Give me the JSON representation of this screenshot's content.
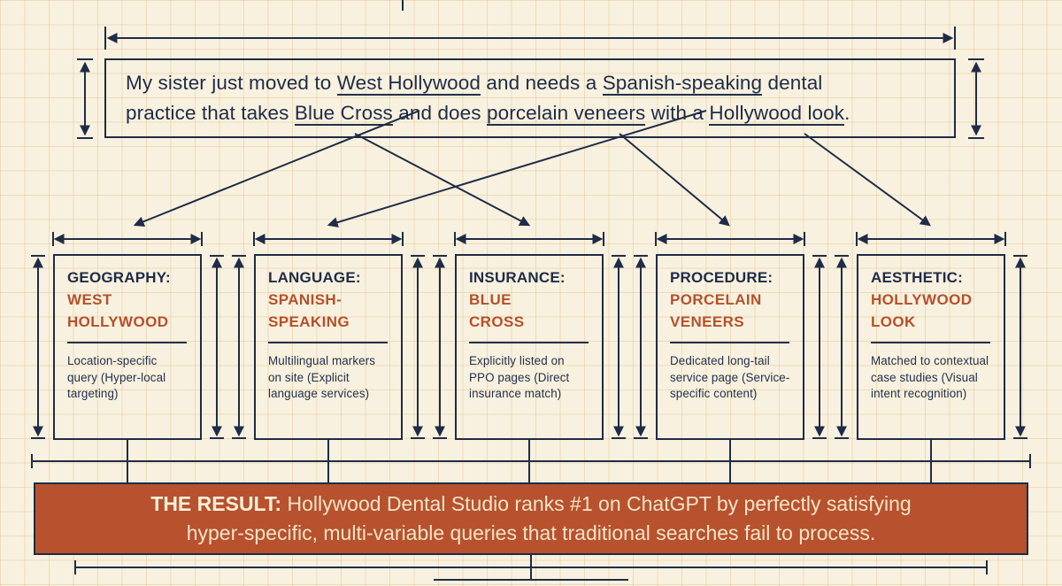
{
  "colors": {
    "background": "#f8f1df",
    "grid_line": "#e3c795",
    "ink": "#1f2c47",
    "accent": "#b5502b",
    "banner_background": "#b7512e",
    "banner_text": "#f3e4c6"
  },
  "query": {
    "segments": [
      {
        "text": "My sister just moved to "
      },
      {
        "text": "West Hollywood",
        "underline": true
      },
      {
        "text": " and needs a "
      },
      {
        "text": "Spanish-speaking",
        "underline": true
      },
      {
        "text": " dental"
      },
      {
        "text": "practice that takes "
      },
      {
        "text": "Blue Cross",
        "underline": true
      },
      {
        "text": " and does "
      },
      {
        "text": "porcelain veneers",
        "underline": true
      },
      {
        "text": " with a "
      },
      {
        "text": "Hollywood look",
        "underline": true
      },
      {
        "text": "."
      }
    ]
  },
  "factors": [
    {
      "label": "GEOGRAPHY:",
      "value": "WEST\nHOLLYWOOD",
      "description": "Location-specific query (Hyper-local targeting)"
    },
    {
      "label": "LANGUAGE:",
      "value": "SPANISH-\nSPEAKING",
      "description": "Multilingual markers on site (Explicit language services)"
    },
    {
      "label": "INSURANCE:",
      "value": "BLUE\nCROSS",
      "description": "Explicitly listed on PPO pages (Direct insurance match)"
    },
    {
      "label": "PROCEDURE:",
      "value": "PORCELAIN\nVENEERS",
      "description": "Dedicated long-tail service page (Service-specific content)"
    },
    {
      "label": "AESTHETIC:",
      "value": "HOLLYWOOD\nLOOK",
      "description": "Matched to contextual case studies (Visual intent recognition)"
    }
  ],
  "result": {
    "prefix": "THE RESULT:",
    "line1_rest": " Hollywood Dental Studio ranks #1 on ChatGPT by perfectly satisfying",
    "line2": "hyper-specific, multi-variable queries that traditional searches fail to process."
  }
}
